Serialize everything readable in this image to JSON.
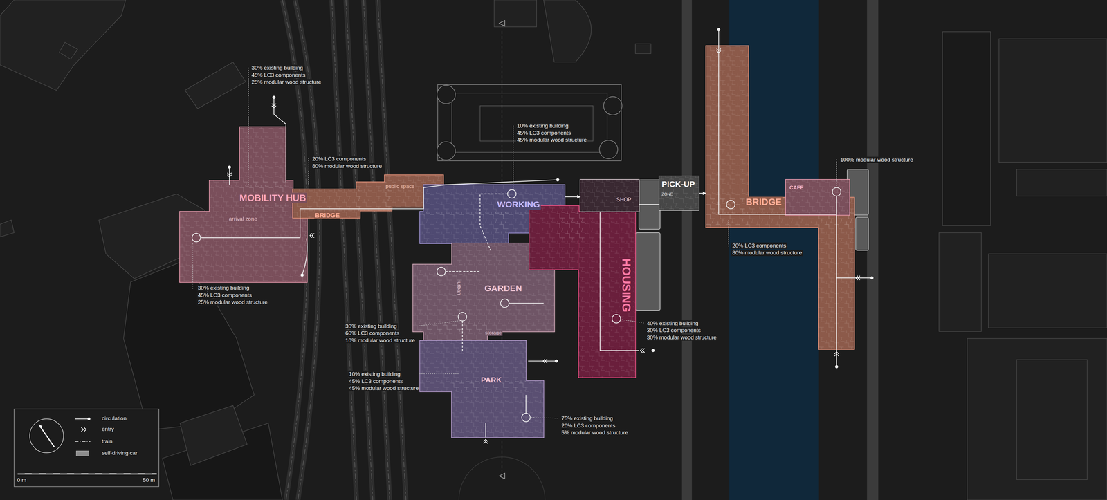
{
  "diagram": {
    "nodes": [
      {
        "text": [
          "MOBILITY HUB",
          "arrival zone"
        ]
      },
      {
        "text": [
          "BRIDGE",
          "public space"
        ]
      },
      {
        "text": [
          "WORKING"
        ]
      },
      {
        "text": [
          "urban",
          "GARDEN",
          "storage"
        ]
      },
      {
        "text": [
          "PARK"
        ]
      },
      {
        "text": [
          "HOUSING"
        ]
      },
      {
        "text": [
          "SHOP"
        ]
      },
      {
        "text": [
          "PICK-UP",
          "ZONE"
        ]
      },
      {
        "text": [
          "BRIDGE"
        ]
      },
      {
        "text": [
          "CAFE"
        ]
      }
    ],
    "edges": [
      {
        "from": 2,
        "to": 6,
        "arrow": "to"
      },
      {
        "from": 7,
        "to": 8,
        "arrow": "to"
      }
    ],
    "labels": [
      "30% existing building",
      "45% LC3 components",
      "25% modular wood structure",
      "20% LC3 components",
      "80% modular wood structure",
      "10% existing building",
      "45% LC3 components",
      "45% modular wood structure",
      "100% modular wood structure",
      "20% LC3 components",
      "80% modular wood structure",
      "30% existing building",
      "45% LC3 components",
      "25% modular wood structure",
      "30% existing building",
      "60% LC3 components",
      "10% modular wood structure",
      "40% existing building",
      "30% LC3 components",
      "30% modular wood structure",
      "10% existing building",
      "45% LC3 components",
      "45% modular wood structure",
      "75% existing building",
      "20% LC3 components",
      "5% modular wood structure",
      "0 m",
      "50 m"
    ],
    "legend": [
      {
        "text": "circulation"
      },
      {
        "text": "entry"
      },
      {
        "text": "train"
      },
      {
        "text": "self-driving car",
        "color": "#8c8c8c"
      }
    ]
  }
}
